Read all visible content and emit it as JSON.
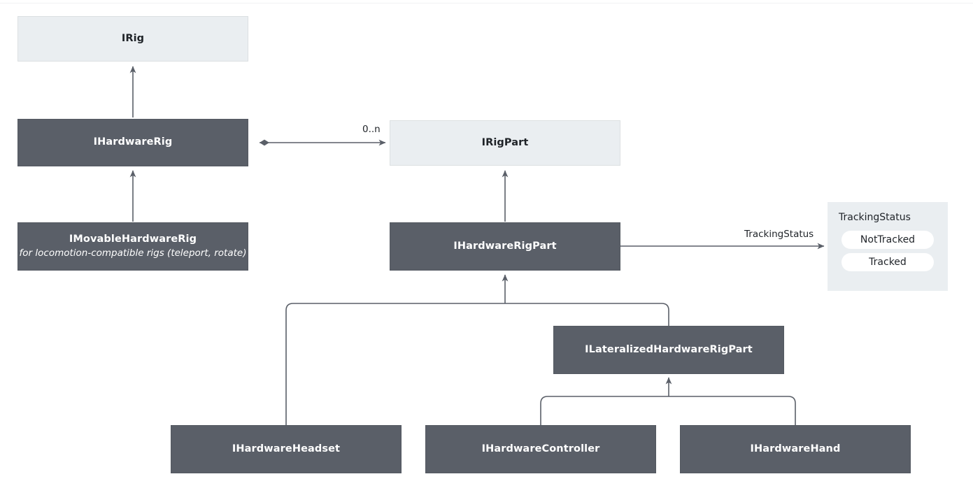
{
  "diagram": {
    "kind": "uml-class-diagram",
    "colors": {
      "dark_node_fill": "#5a5f68",
      "dark_node_text": "#ffffff",
      "light_node_fill": "#eaeef1",
      "light_node_text": "#1f2328",
      "edge_stroke": "#5a5f68",
      "page_background": "#ffffff",
      "pill_fill": "#ffffff"
    },
    "nodes": [
      {
        "id": "irig",
        "title": "IRig",
        "subtitle": "",
        "style": "light"
      },
      {
        "id": "ihardwarerig",
        "title": "IHardwareRig",
        "subtitle": "",
        "style": "dark"
      },
      {
        "id": "imovablehardwarerig",
        "title": "IMovableHardwareRig",
        "subtitle": "for locomotion-compatible rigs (teleport, rotate)",
        "style": "dark"
      },
      {
        "id": "irigpart",
        "title": "IRigPart",
        "subtitle": "",
        "style": "light"
      },
      {
        "id": "ihardwarerigpart",
        "title": "IHardwareRigPart",
        "subtitle": "",
        "style": "dark"
      },
      {
        "id": "ilateralizedhardwarerigpart",
        "title": "ILateralizedHardwareRigPart",
        "subtitle": "",
        "style": "dark"
      },
      {
        "id": "ihardwareheadset",
        "title": "IHardwareHeadset",
        "subtitle": "",
        "style": "dark"
      },
      {
        "id": "ihardwarecontroller",
        "title": "IHardwareController",
        "subtitle": "",
        "style": "dark"
      },
      {
        "id": "ihardwarehand",
        "title": "IHardwareHand",
        "subtitle": "",
        "style": "dark"
      }
    ],
    "enum": {
      "id": "trackingstatus",
      "name": "TrackingStatus",
      "values": [
        "NotTracked",
        "Tracked"
      ]
    },
    "edge_labels": {
      "multiplicity_rig_to_rigpart": "0..n",
      "tracking_status_association": "TrackingStatus"
    }
  }
}
